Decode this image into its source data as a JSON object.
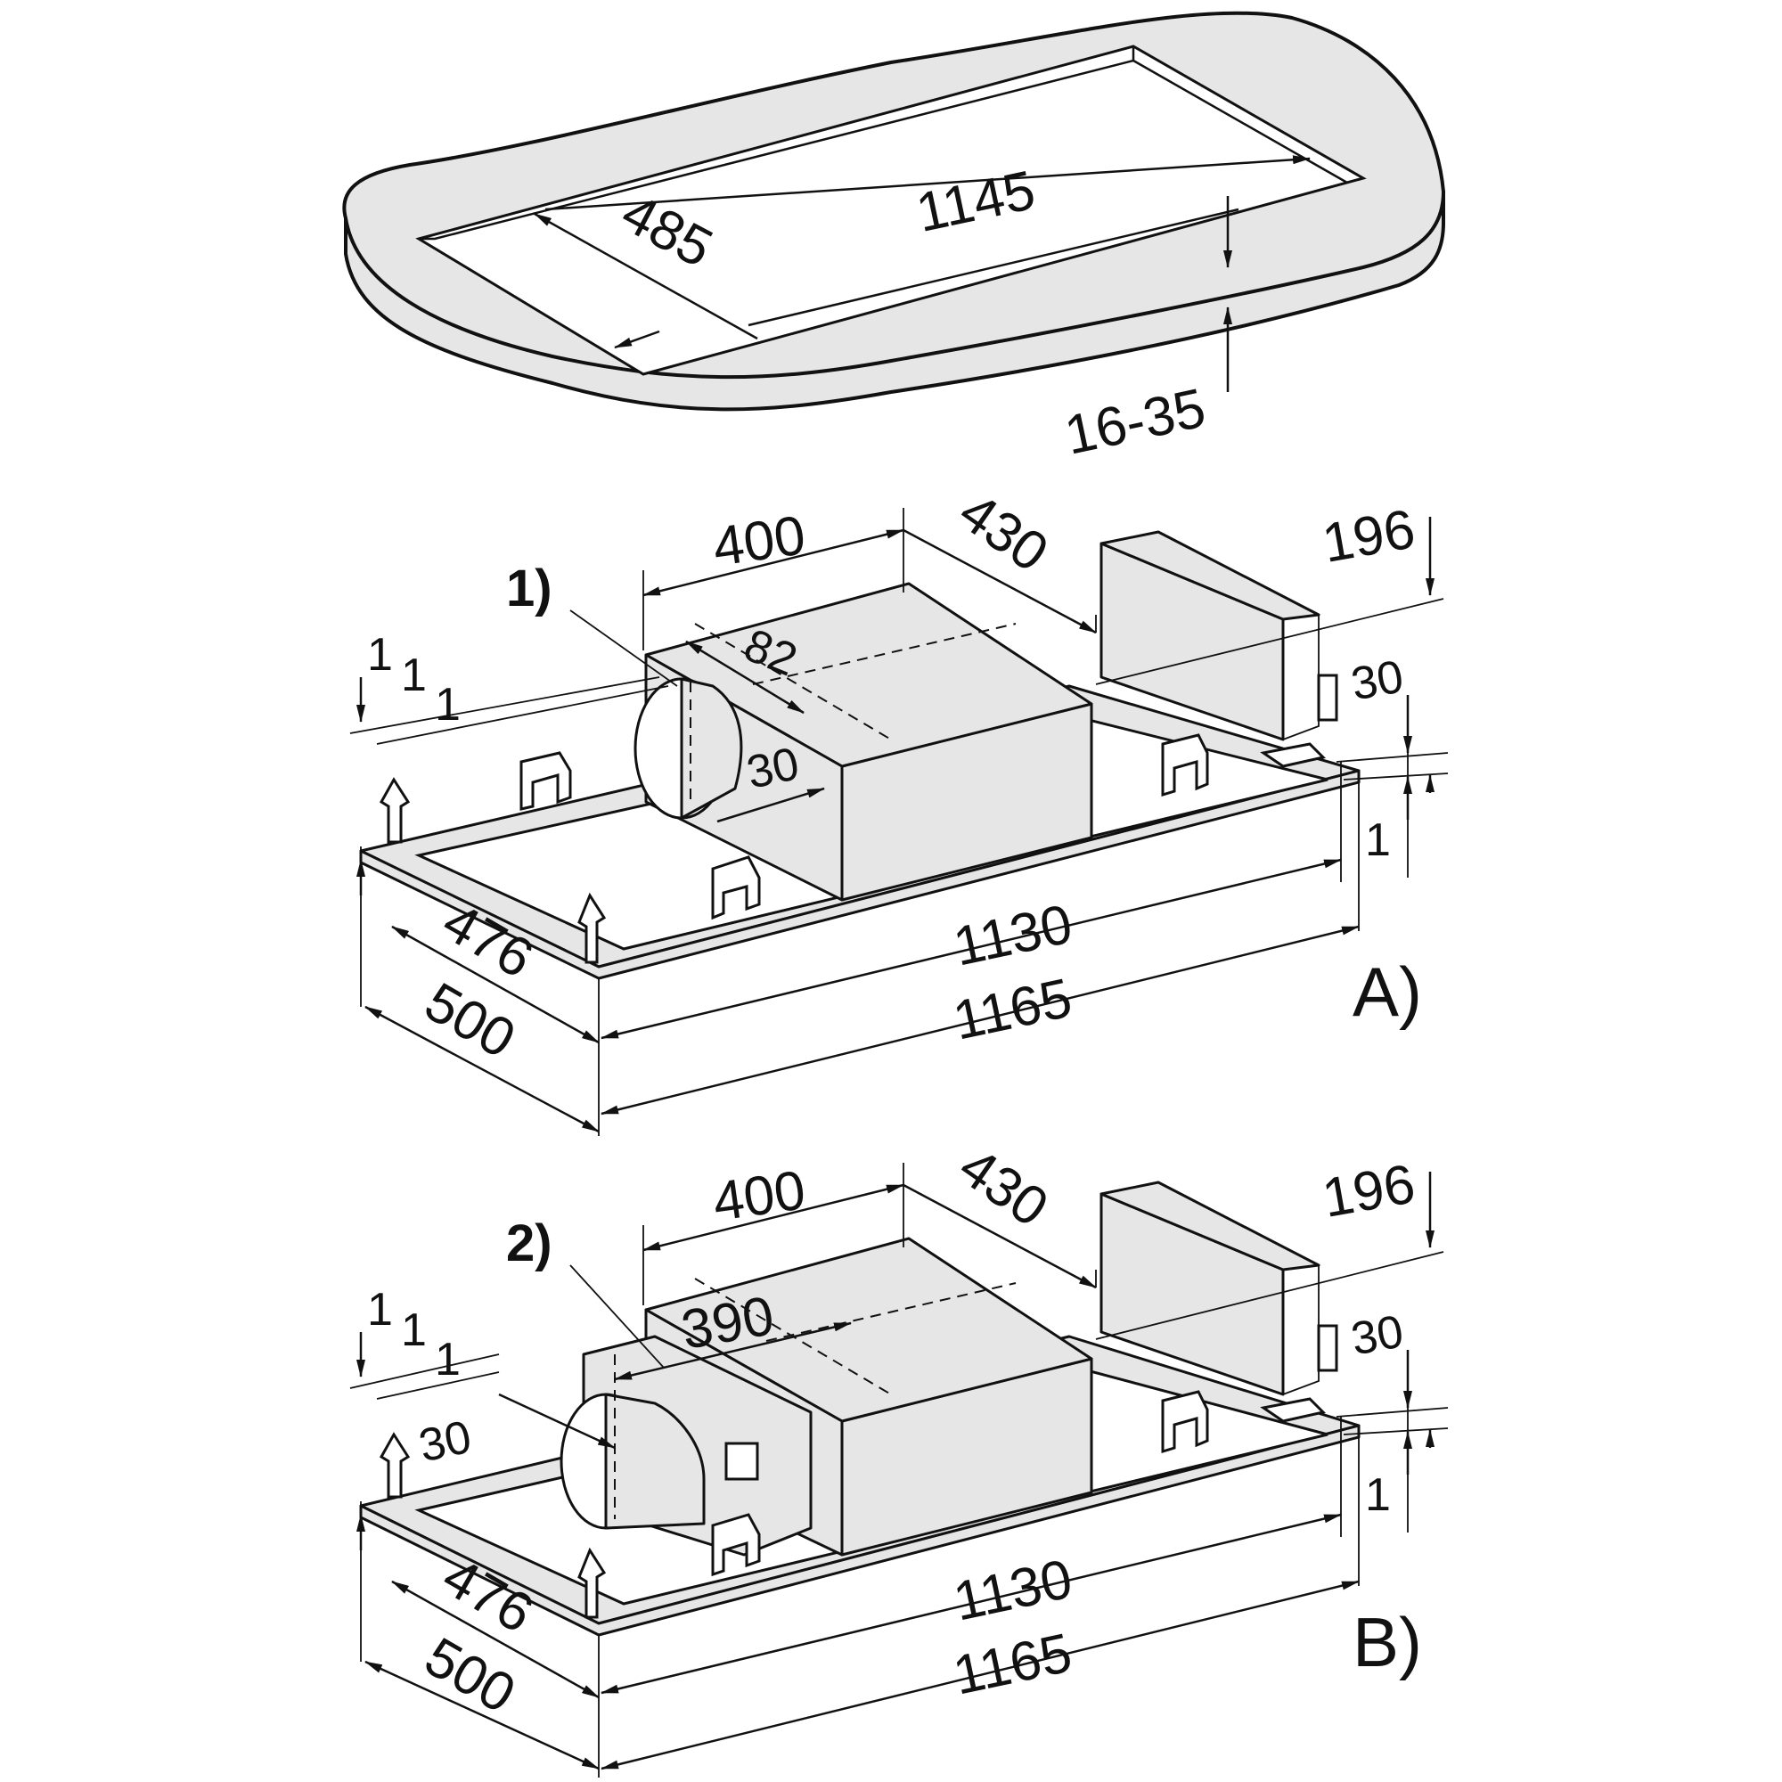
{
  "cutout": {
    "length": "1145",
    "width": "485",
    "thickness": "16-35"
  },
  "variant_a": {
    "label": "A)",
    "callout": "1)",
    "box_length": "400",
    "box_depth": "430",
    "height": "196",
    "side_offset": "30",
    "duct_depth": "82",
    "duct_offset": "30",
    "frame_lip_a": "1",
    "frame_lip_b": "1",
    "frame_lip_c": "1",
    "lip_right": "1",
    "inner_length": "1130",
    "outer_length": "1165",
    "inner_width": "476",
    "outer_width": "500"
  },
  "variant_b": {
    "label": "B)",
    "callout": "2)",
    "box_length": "400",
    "box_depth": "430",
    "height": "196",
    "side_offset": "30",
    "duct_length": "390",
    "duct_offset": "30",
    "frame_lip_a": "1",
    "frame_lip_b": "1",
    "frame_lip_c": "1",
    "lip_right": "1",
    "inner_length": "1130",
    "outer_length": "1165",
    "inner_width": "476",
    "outer_width": "500"
  }
}
